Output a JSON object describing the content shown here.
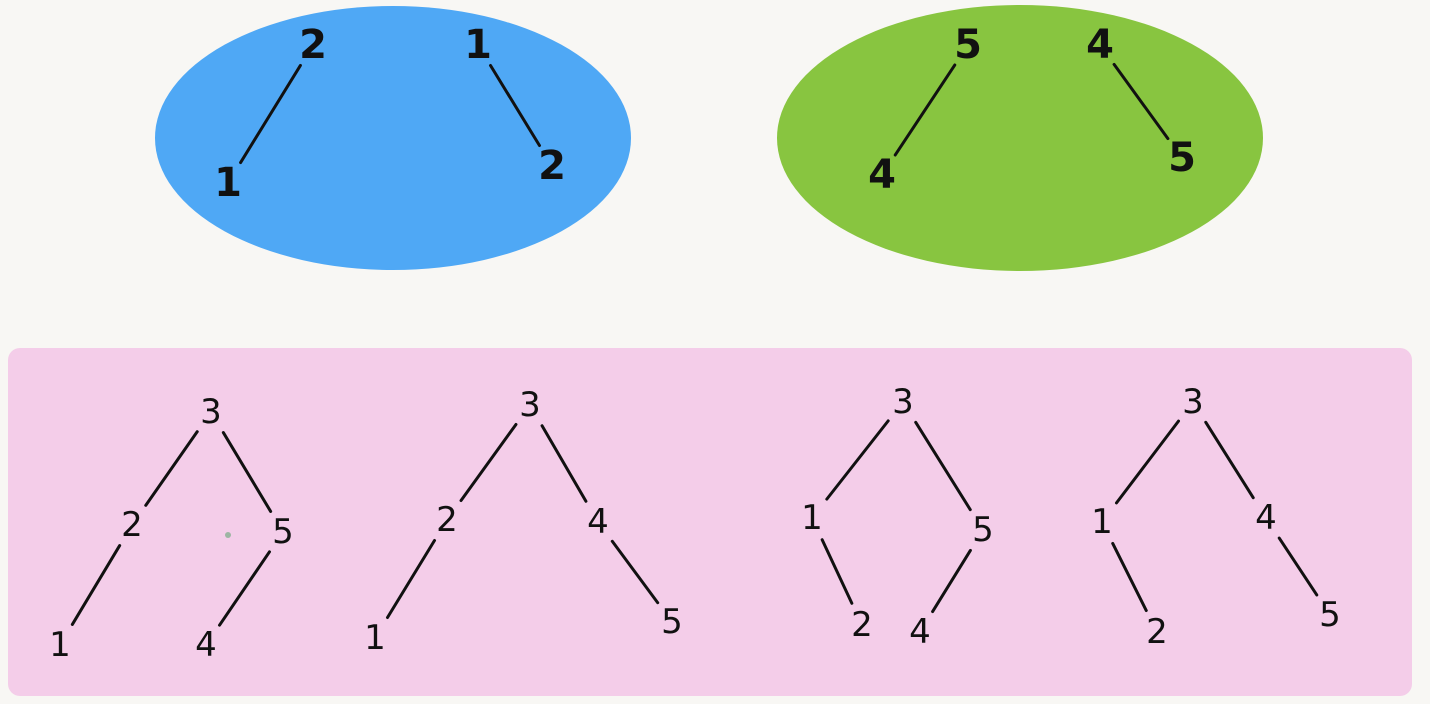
{
  "colors": {
    "background": "#f8f7f4",
    "blue_group": "#4fa8f5",
    "green_group": "#88c540",
    "pink_panel": "#f4cde9",
    "ink": "#111111"
  },
  "groups": [
    {
      "name": "blue-group",
      "trees": [
        {
          "nodes": [
            "2",
            "1"
          ],
          "edges": [
            [
              0,
              1
            ]
          ]
        },
        {
          "nodes": [
            "1",
            "2"
          ],
          "edges": [
            [
              0,
              1
            ]
          ]
        }
      ]
    },
    {
      "name": "green-group",
      "trees": [
        {
          "nodes": [
            "5",
            "4"
          ],
          "edges": [
            [
              0,
              1
            ]
          ]
        },
        {
          "nodes": [
            "4",
            "5"
          ],
          "edges": [
            [
              0,
              1
            ]
          ]
        }
      ]
    },
    {
      "name": "pink-panel",
      "trees": [
        {
          "nodes": [
            "3",
            "2",
            "5",
            "1",
            "4"
          ],
          "edges": [
            [
              0,
              1
            ],
            [
              0,
              2
            ],
            [
              1,
              3
            ],
            [
              2,
              4
            ]
          ]
        },
        {
          "nodes": [
            "3",
            "2",
            "4",
            "1",
            "5"
          ],
          "edges": [
            [
              0,
              1
            ],
            [
              0,
              2
            ],
            [
              1,
              3
            ],
            [
              2,
              4
            ]
          ]
        },
        {
          "nodes": [
            "3",
            "1",
            "5",
            "2",
            "4"
          ],
          "edges": [
            [
              0,
              1
            ],
            [
              0,
              2
            ],
            [
              1,
              3
            ],
            [
              2,
              4
            ]
          ]
        },
        {
          "nodes": [
            "3",
            "1",
            "4",
            "2",
            "5"
          ],
          "edges": [
            [
              0,
              1
            ],
            [
              0,
              2
            ],
            [
              1,
              3
            ],
            [
              2,
              4
            ]
          ]
        }
      ]
    }
  ]
}
